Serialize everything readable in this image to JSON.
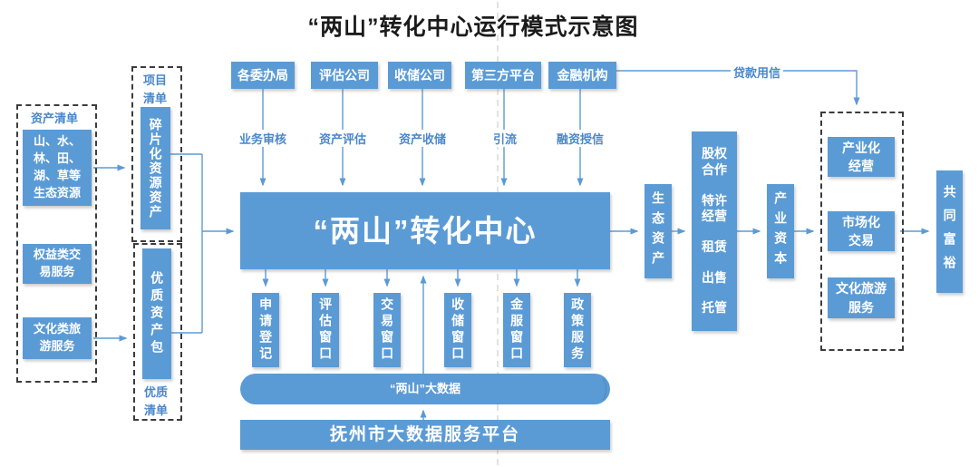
{
  "title": "“两山”转化中心运行模式示意图",
  "colors": {
    "box_fill": "#5b9bd5",
    "line": "#5b9bd5",
    "label_text": "#4a87ca",
    "dashed_border": "#3c3c3c",
    "guide_line": "#cfcfcf"
  },
  "left_panel": {
    "label": "资产清单",
    "items": [
      "山、水、\n林、田、\n湖、草等\n生态资源",
      "权益类交\n易服务",
      "文化类旅\n游服务"
    ]
  },
  "list_panel": {
    "top_label": "项目\n清单",
    "fragment_box": "碎片化资源资产",
    "quality_box": "优质资产包",
    "bottom_label": "优质\n清单"
  },
  "top_row": [
    {
      "box": "各委办局",
      "flow": "业务审核"
    },
    {
      "box": "评估公司",
      "flow": "资产评估"
    },
    {
      "box": "收储公司",
      "flow": "资产收储"
    },
    {
      "box": "第三方平台",
      "flow": "引流"
    },
    {
      "box": "金融机构",
      "flow": "融资授信"
    }
  ],
  "loan_label": "贷款用信",
  "center_box": "“两山”转化中心",
  "windows": [
    "申请登记",
    "评估窗口",
    "交易窗口",
    "收储窗口",
    "金服窗口",
    "政策服务"
  ],
  "cylinder": "“两山”大数据",
  "platform": "抚州市大数据服务平台",
  "chain": {
    "eco_asset": "生态资产",
    "modes": [
      "股权\n合作",
      "特许\n经营",
      "租赁",
      "出售",
      "托管"
    ],
    "industry_capital": "产业资本"
  },
  "right_panel": {
    "items": [
      "产业化\n经营",
      "市场化\n交易",
      "文化旅游\n服务"
    ]
  },
  "goal": "共同富裕"
}
